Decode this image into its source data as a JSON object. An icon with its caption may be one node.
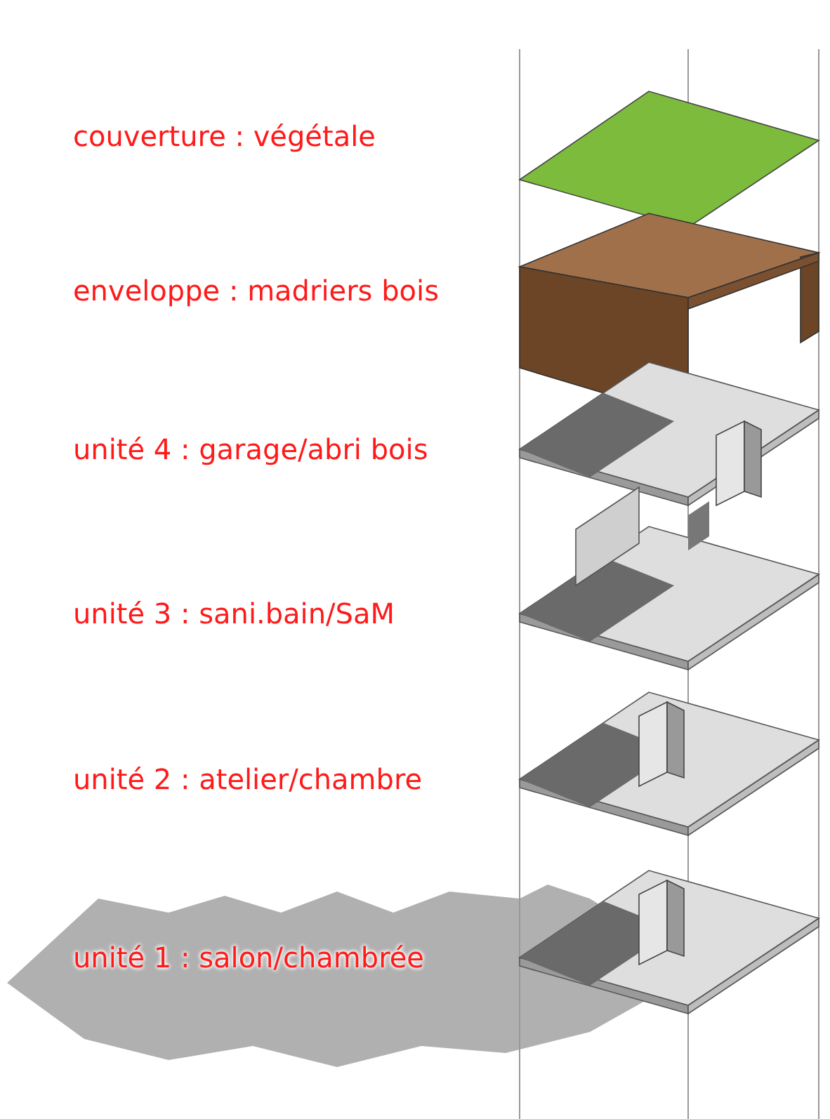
{
  "diagram": {
    "labels": [
      "couverture : végétale",
      "enveloppe : madriers bois",
      "unité 4 : garage/abri bois",
      "unité 3 : sani.bain/SaM",
      "unité 2 : atelier/chambre",
      "unité 1 : salon/chambrée"
    ]
  }
}
